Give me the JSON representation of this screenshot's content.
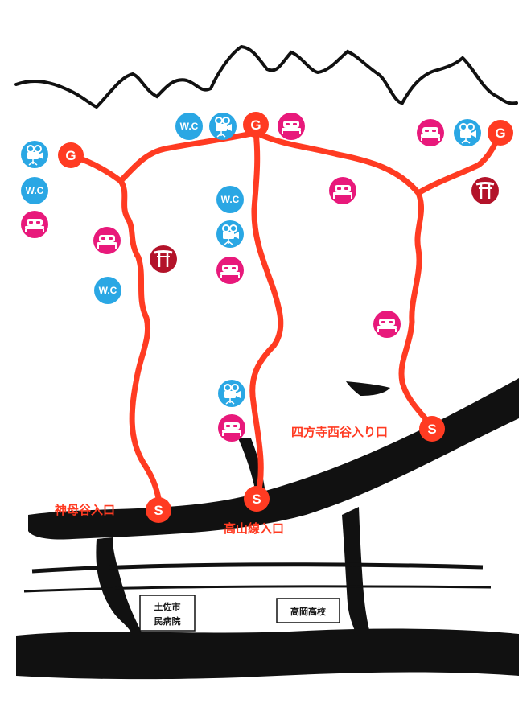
{
  "colors": {
    "route": "#ff3b22",
    "wc": "#2aa7e4",
    "camera": "#2aa7e4",
    "lodge": "#e8197b",
    "shrine": "#b3132a",
    "ink": "#111111"
  },
  "trailheads": {
    "kamomotani": "神母谷入口",
    "takayamasen": "高山線入口",
    "shihoji": "四方寺西谷入り口"
  },
  "buildings": {
    "hospital": "土佐市\n民病院",
    "school": "高岡高校"
  },
  "markers": {
    "start": "S",
    "goal": "G",
    "wc": "W.C"
  },
  "icons": [
    "wc-icon",
    "camera-icon",
    "lodge-icon",
    "shrine-icon",
    "start-marker",
    "goal-marker"
  ]
}
